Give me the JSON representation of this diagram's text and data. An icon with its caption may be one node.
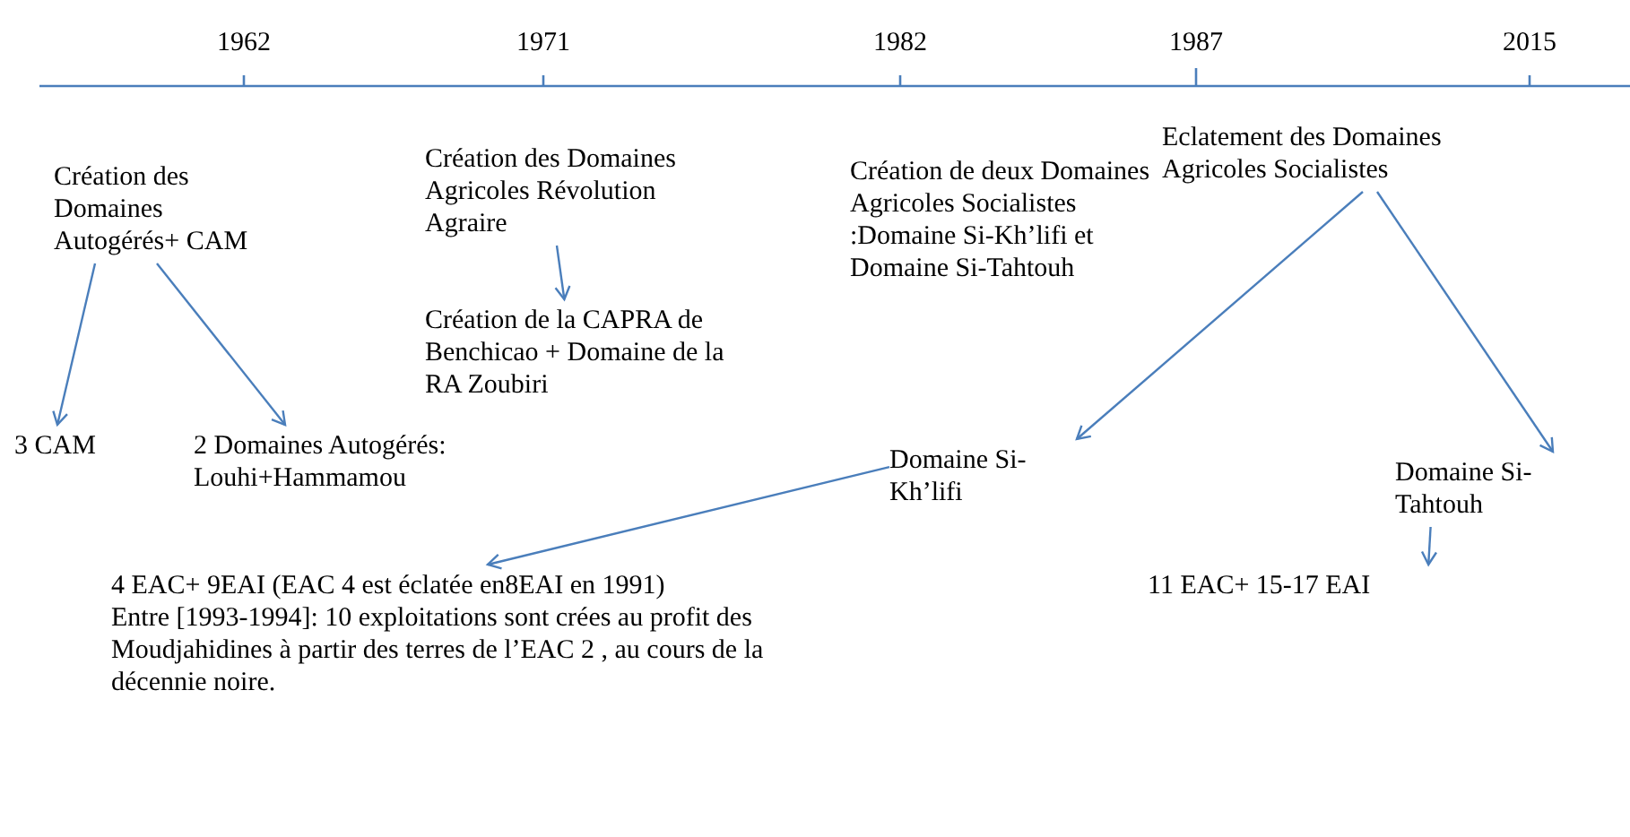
{
  "diagram": {
    "nodes": [
      {
        "text": [
          "Création des Domaines Autogérés+ CAM"
        ]
      },
      {
        "text": [
          "3 CAM"
        ]
      },
      {
        "text": [
          "2 Domaines Autogérés: Louhi+Hammamou"
        ]
      },
      {
        "text": [
          "Création des Domaines Agricoles Révolution Agraire"
        ]
      },
      {
        "text": [
          "Création de la CAPRA de Benchicao + Domaine de la RA Zoubiri"
        ]
      },
      {
        "text": [
          "Création de deux Domaines Agricoles Socialistes :Domaine Si-Kh’lifi et Domaine Si-Tahtouh"
        ]
      },
      {
        "text": [
          "Eclatement des Domaines Agricoles Socialistes"
        ]
      },
      {
        "text": [
          "Domaine Si-Kh’lifi"
        ]
      },
      {
        "text": [
          "Domaine Si-Tahtouh"
        ]
      },
      {
        "text": [
          "4 EAC+ 9EAI (EAC 4 est éclatée en8EAI en 1991)",
          "Entre [1993-1994]: 10 exploitations sont crées au profit des Moudjahidines à partir des terres de l’EAC 2 , au cours de la décennie noire."
        ]
      },
      {
        "text": [
          "11 EAC+ 15-17 EAI"
        ]
      }
    ],
    "edges": [
      {
        "from": 0,
        "to": 1,
        "arrow": "to"
      },
      {
        "from": 0,
        "to": 2,
        "arrow": "to"
      },
      {
        "from": 3,
        "to": 4,
        "arrow": "to"
      },
      {
        "from": 6,
        "to": 7,
        "arrow": "to"
      },
      {
        "from": 6,
        "to": 8,
        "arrow": "to"
      },
      {
        "from": 7,
        "to": 9,
        "arrow": "to"
      },
      {
        "from": 8,
        "to": 10,
        "arrow": "to"
      }
    ],
    "labels": [
      "1962",
      "1971",
      "1982",
      "1987",
      "2015"
    ]
  }
}
